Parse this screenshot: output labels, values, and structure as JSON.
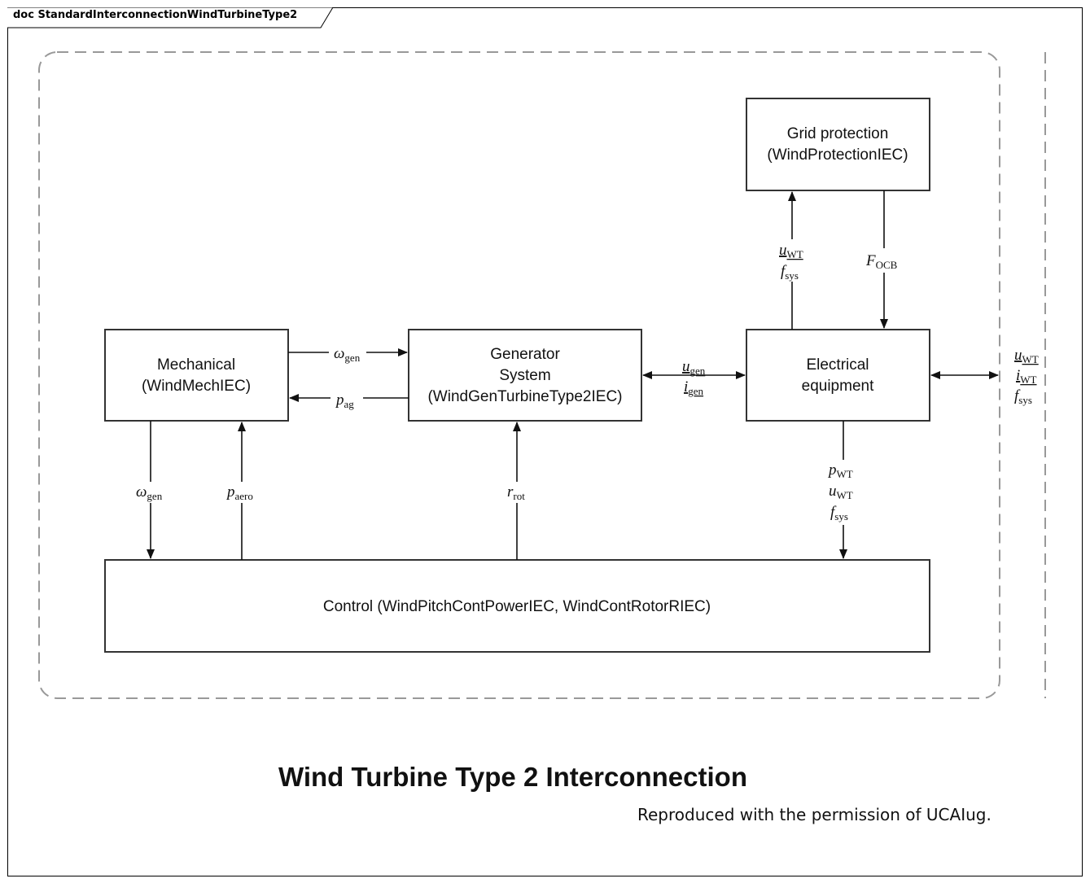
{
  "frame": {
    "tab_label": "doc StandardInterconnectionWindTurbineType2"
  },
  "blocks": {
    "grid_protection": {
      "line1": "Grid protection",
      "line2": "(WindProtectionIEC)"
    },
    "mechanical": {
      "line1": "Mechanical",
      "line2": "(WindMechIEC)"
    },
    "generator": {
      "line1": "Generator",
      "line2": "System",
      "line3": "(WindGenTurbineType2IEC)"
    },
    "electrical": {
      "line1": "Electrical",
      "line2": "equipment"
    },
    "control": {
      "line1": "Control (WindPitchContPowerIEC, WindContRotorRIEC)"
    }
  },
  "signals": {
    "omega_gen_top": {
      "base": "ω",
      "sub": "gen"
    },
    "p_ag": {
      "base": "p",
      "sub": "ag"
    },
    "u_gen": {
      "base": "u",
      "sub": "gen"
    },
    "i_gen": {
      "base": "i",
      "sub": "gen"
    },
    "u_wt_up": {
      "base": "u",
      "sub": "WT"
    },
    "f_sys_up": {
      "base": "f",
      "sub": "sys"
    },
    "f_ocb": {
      "base": "F",
      "sub": "OCB"
    },
    "omega_gen_down": {
      "base": "ω",
      "sub": "gen"
    },
    "p_aero": {
      "base": "p",
      "sub": "aero"
    },
    "r_rot": {
      "base": "r",
      "sub": "rot"
    },
    "p_wt_down": {
      "base": "p",
      "sub": "WT"
    },
    "u_wt_down": {
      "base": "u",
      "sub": "WT"
    },
    "f_sys_down": {
      "base": "f",
      "sub": "sys"
    },
    "u_wt_right": {
      "base": "u",
      "sub": "WT"
    },
    "i_wt_right": {
      "base": "i",
      "sub": "WT"
    },
    "f_sys_right": {
      "base": "f",
      "sub": "sys"
    }
  },
  "caption": {
    "title": "Wind Turbine Type 2 Interconnection",
    "credit": "Reproduced with the permission of UCAIug."
  }
}
